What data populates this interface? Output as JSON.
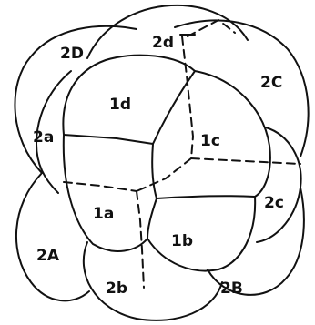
{
  "diagram": {
    "labels": {
      "2D": "2D",
      "2d": "2d",
      "2C": "2C",
      "1d": "1d",
      "2a": "2a",
      "1c": "1c",
      "1a": "1a",
      "2c": "2c",
      "1b": "1b",
      "2A": "2A",
      "2b": "2b",
      "2B": "2B"
    }
  }
}
